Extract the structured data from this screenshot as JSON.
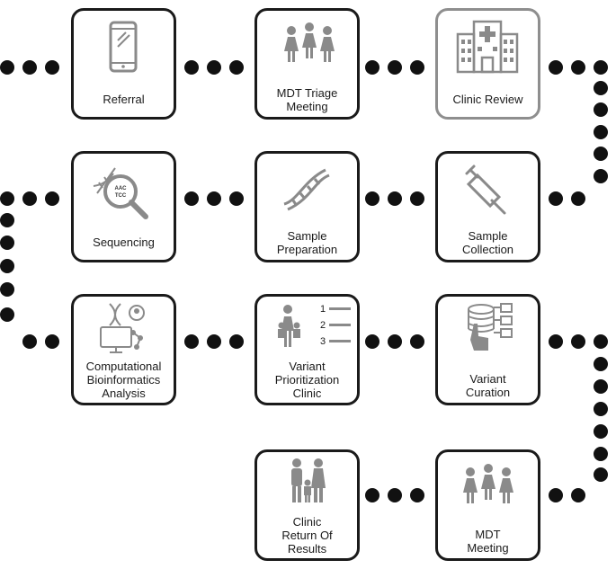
{
  "steps": {
    "referral": "Referral",
    "mdt_triage": [
      "MDT Triage",
      "Meeting"
    ],
    "clinic_review": "Clinic Review",
    "sequencing": "Sequencing",
    "sample_preparation": [
      "Sample",
      "Preparation"
    ],
    "sample_collection": [
      "Sample",
      "Collection"
    ],
    "computational": [
      "Computational",
      "Bioinformatics",
      "Analysis"
    ],
    "variant_prioritization": [
      "Variant",
      "Prioritization",
      "Clinic"
    ],
    "variant_curation": [
      "Variant",
      "Curation"
    ],
    "clinic_return": [
      "Clinic",
      "Return Of",
      "Results"
    ],
    "mdt_meeting": [
      "MDT",
      "Meeting"
    ]
  },
  "icons": {
    "referral": "smartphone-icon",
    "mdt_triage": "group-icon",
    "clinic_review": "hospital-icon",
    "sequencing": "dna-magnifier-icon",
    "sample_preparation": "dna-helix-icon",
    "sample_collection": "syringe-icon",
    "computational": "bioinformatics-computer-icon",
    "variant_prioritization": "family-ranked-list-icon",
    "variant_curation": "database-hand-icon",
    "clinic_return": "family-icon",
    "mdt_meeting": "group-icon"
  },
  "magnifier_text": [
    "AAC",
    "TCC"
  ],
  "ranked_list": [
    "1",
    "2",
    "3"
  ],
  "colors": {
    "border": "#1a1a1a",
    "muted_border": "#8e8e8e",
    "icon": "#8a8a8a",
    "dot": "#111111"
  }
}
